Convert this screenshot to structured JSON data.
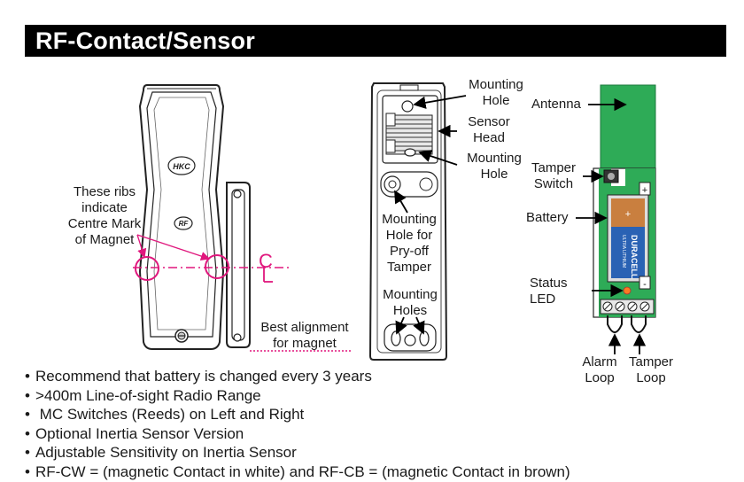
{
  "title": "RF-Contact/Sensor",
  "labels": {
    "ribs_line1": "These ribs",
    "ribs_line2": "indicate",
    "ribs_line3": "Centre Mark",
    "ribs_line4": "of Magnet",
    "best_align_line1": "Best alignment",
    "best_align_line2": "for magnet",
    "mount_hole_top_1": "Mounting",
    "mount_hole_top_2": "Hole",
    "sensor_head_1": "Sensor",
    "sensor_head_2": "Head",
    "mount_hole_mid_1": "Mounting",
    "mount_hole_mid_2": "Hole",
    "pry_1": "Mounting",
    "pry_2": "Hole for",
    "pry_3": "Pry-off",
    "pry_4": "Tamper",
    "mount_holes_1": "Mounting",
    "mount_holes_2": "Holes",
    "antenna": "Antenna",
    "tamper_switch_1": "Tamper",
    "tamper_switch_2": "Switch",
    "battery": "Battery",
    "status_led_1": "Status",
    "status_led_2": "LED",
    "alarm_loop_1": "Alarm",
    "alarm_loop_2": "Loop",
    "tamper_loop_1": "Tamper",
    "tamper_loop_2": "Loop"
  },
  "device_marks": {
    "logo": "HKC",
    "rf_badge": "RF",
    "centre_line": "C L",
    "battery_brand": "DURACELL",
    "battery_type": "ULTRA LITHIUM",
    "plus": "+",
    "minus": "-"
  },
  "bullets": [
    "Recommend that battery is changed every 3 years",
    ">400m Line-of-sight Radio Range",
    " MC Switches (Reeds) on Left and Right",
    "Optional Inertia Sensor Version",
    "Adjustable Sensitivity on Inertia Sensor",
    "RF-CW = (magnetic Contact in white) and RF-CB = (magnetic Contact in brown)"
  ],
  "colors": {
    "accent": "#e0177d",
    "pcb_green": "#2eab57",
    "battery_blue": "#2a62b4",
    "battery_copper": "#c97f3f"
  }
}
